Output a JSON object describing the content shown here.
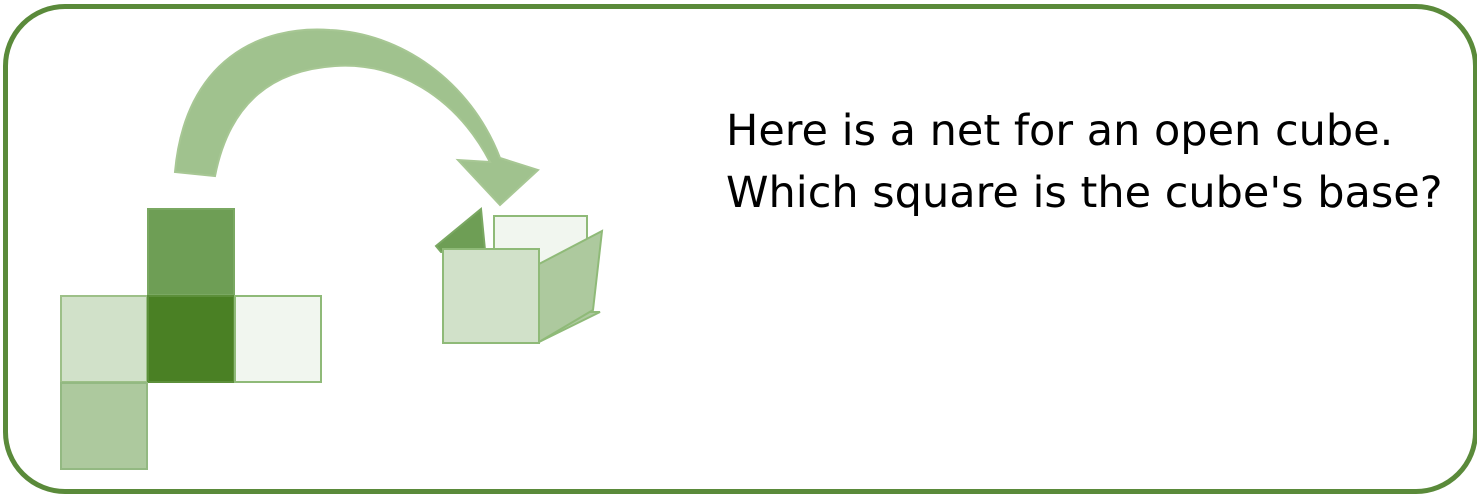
{
  "question": {
    "line1": "Here is a net for an open cube.",
    "line2": "Which square is the cube's base?"
  },
  "colors": {
    "border": "#5a8a3a",
    "arrow": "#8fb77a",
    "net_top": "#6e9e55",
    "net_center": "#4a8024",
    "net_left": "#d1e1c9",
    "net_right": "#f1f6ef",
    "net_bottom": "#adc99e",
    "square_outline": "#8fba78"
  },
  "net": {
    "squares": [
      "top",
      "left",
      "center",
      "right",
      "bottom-left"
    ]
  }
}
